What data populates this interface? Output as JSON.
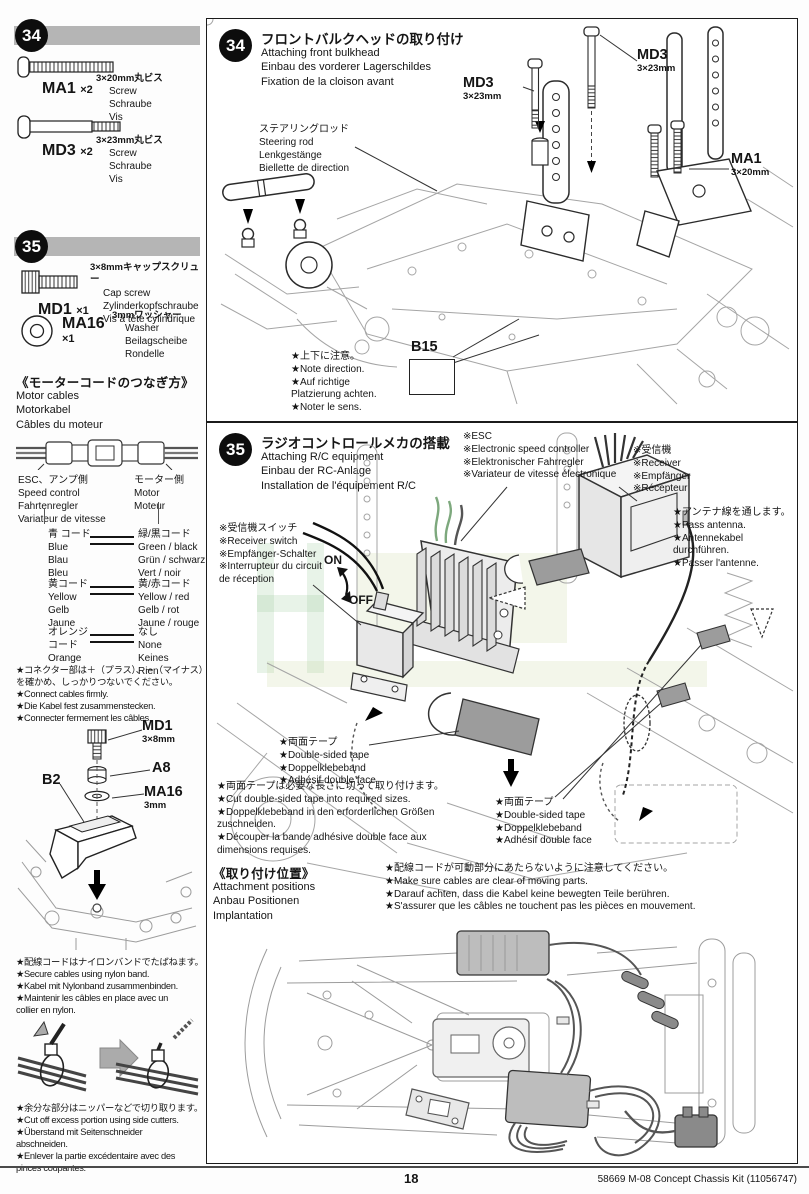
{
  "page": {
    "footer_page": "18",
    "footer_right": "58669 M-08 Concept Chassis Kit (11056747)"
  },
  "parts34": {
    "badge": "34",
    "items": [
      {
        "code": "MA1",
        "qty": "×2",
        "size_ja": "3×20mm丸ビス",
        "names": "Screw\nSchraube\nVis"
      },
      {
        "code": "MD3",
        "qty": "×2",
        "size_ja": "3×23mm丸ビス",
        "names": "Screw\nSchraube\nVis"
      }
    ]
  },
  "parts35": {
    "badge": "35",
    "items": [
      {
        "code": "MD1",
        "qty": "×1",
        "size_ja": "3×8mmキャップスクリュー",
        "names": "Cap screw\nZylinderkopfschraube\nVis à tête cylindrique"
      },
      {
        "code": "MA16",
        "qty": "×1",
        "size_ja": "3mmワッシャー",
        "names": "Washer\nBeilagscheibe\nRondelle"
      }
    ]
  },
  "motor_cables": {
    "title_ja": "《モーターコードのつなぎ方》",
    "title_more": "Motor cables\nMotorkabel\nCâbles du moteur",
    "esc_side": "ESC、アンプ側\nSpeed control\nFahrtenregler\nVariateur de vitesse",
    "motor_side": "モーター側\nMotor\nMoteur",
    "rows": [
      {
        "left": "青 コード\nBlue\nBlau\nBleu",
        "right": "緑/黒コード\nGreen / black\nGrün / schwarz\nVert / noir"
      },
      {
        "left": "黄コード\nYellow\nGelb\nJaune",
        "right": "黄/赤コード\nYellow / red\nGelb / rot\nJaune / rouge"
      },
      {
        "left": "オレンジ\nコード\nOrange",
        "right": "なし\nNone\nKeines\nRien"
      }
    ],
    "connect_note": "★コネクター部は＋（プラス）、－（マイナス）\nを確かめ、しっかりつないでください。\n★Connect cables firmly.\n★Die Kabel fest zusammenstecken.\n★Connecter fermement les câbles."
  },
  "bracket": {
    "md1_code": "MD1",
    "md1_size": "3×8mm",
    "a8": "A8",
    "ma16_code": "MA16",
    "ma16_size": "3mm",
    "b2": "B2"
  },
  "nylon": {
    "band_note": "★配線コードはナイロンバンドでたばねます。\n★Secure cables using nylon band.\n★Kabel mit Nylonband zusammenbinden.\n★Maintenir les câbles en place avec un\ncollier en nylon.",
    "cut_note": "★余分な部分はニッパーなどで切り取ります。\n★Cut off excess portion using side cutters.\n★Überstand mit Seitenschneider\nabschneiden.\n★Enlever la partie excédentaire avec des\npinces coupantes."
  },
  "step34": {
    "badge": "34",
    "title_ja": "フロントバルクヘッドの取り付け",
    "title_more": "Attaching front bulkhead\nEinbau des vorderer Lagerschildes\nFixation de la cloison avant",
    "steering_rod": "ステアリングロッド\nSteering rod\nLenkgestänge\nBiellette de direction",
    "md3_code": "MD3",
    "md3_size": "3×23mm",
    "ma1_code": "MA1",
    "ma1_size": "3×20mm",
    "b15": "B15",
    "direction_note": "★上下に注意。\n★Note direction.\n★Auf richtige\nPlatzierung achten.\n★Noter le sens."
  },
  "step35": {
    "badge": "35",
    "title_ja": "ラジオコントロールメカの搭載",
    "title_more": "Attaching R/C equipment\nEinbau der RC-Anlage\nInstallation de l'équipement R/C",
    "esc_label": "※ESC\n※Electronic speed controller\n※Elektronischer Fahrregler\n※Variateur de vitesse électronique",
    "receiver_label": "※受信機\n※Receiver\n※Empfänger\n※Récepteur",
    "antenna_note": "★アンテナ線を通します。\n★Pass antenna.\n★Antennekabel\ndurchführen.\n★Passer l'antenne.",
    "switch_label": "※受信機スイッチ\n※Receiver switch\n※Empfänger-Schalter\n※Interrupteur du circuit\nde réception",
    "on": "ON",
    "off": "OFF",
    "tape_label": "★両面テープ\n★Double-sided tape\n★Doppelklebeband\n★Adhésif double face",
    "tape_cut_note": "★両面テープは必要な長さに切って取り付けます。\n★Cut double-sided tape into required sizes.\n★Doppelklebeband in den erforderlichen Größen\nzuschneiden.\n★Découper la bande adhésive double face aux\ndimensions requises.",
    "attachment_ja": "《取り付け位置》",
    "attachment_more": "Attachment positions\nAnbau Positionen\nImplantation",
    "moving_note": "★配線コードが可動部分にあたらないように注意してください。\n★Make sure cables are clear of moving parts.\n★Darauf achten, dass die Kabel keine bewegten Teile berühren.\n★S'assurer que les câbles ne touchent pas les pièces en mouvement."
  }
}
